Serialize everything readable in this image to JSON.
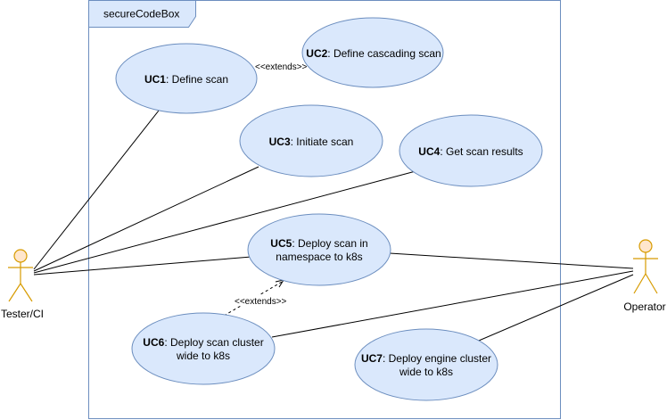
{
  "system": {
    "title": "secureCodeBox"
  },
  "actors": {
    "tester": {
      "label": "Tester/CI"
    },
    "operator": {
      "label": "Operator"
    }
  },
  "use_cases": [
    {
      "id": "UC1",
      "lines": [
        ": Define scan"
      ]
    },
    {
      "id": "UC2",
      "lines": [
        ": Define cascading scan"
      ]
    },
    {
      "id": "UC3",
      "lines": [
        ": Initiate scan"
      ]
    },
    {
      "id": "UC4",
      "lines": [
        ": Get scan results"
      ]
    },
    {
      "id": "UC5",
      "lines": [
        ": Deploy scan in",
        "namespace to k8s"
      ]
    },
    {
      "id": "UC6",
      "lines": [
        ": Deploy scan cluster",
        "wide to k8s"
      ]
    },
    {
      "id": "UC7",
      "lines": [
        ": Deploy engine cluster",
        "wide to k8s"
      ]
    }
  ],
  "relations": {
    "extends_label_1": "<<extends>>",
    "extends_label_2": "<<extends>>"
  },
  "colors": {
    "ellipse_fill": "#dae8fc",
    "ellipse_stroke": "#6c8ebf",
    "actor_fill": "#ffe6cc",
    "actor_stroke": "#d79b00",
    "frame_fill": "#ffffff",
    "frame_stroke": "#6c8ebf",
    "line": "#000000"
  }
}
